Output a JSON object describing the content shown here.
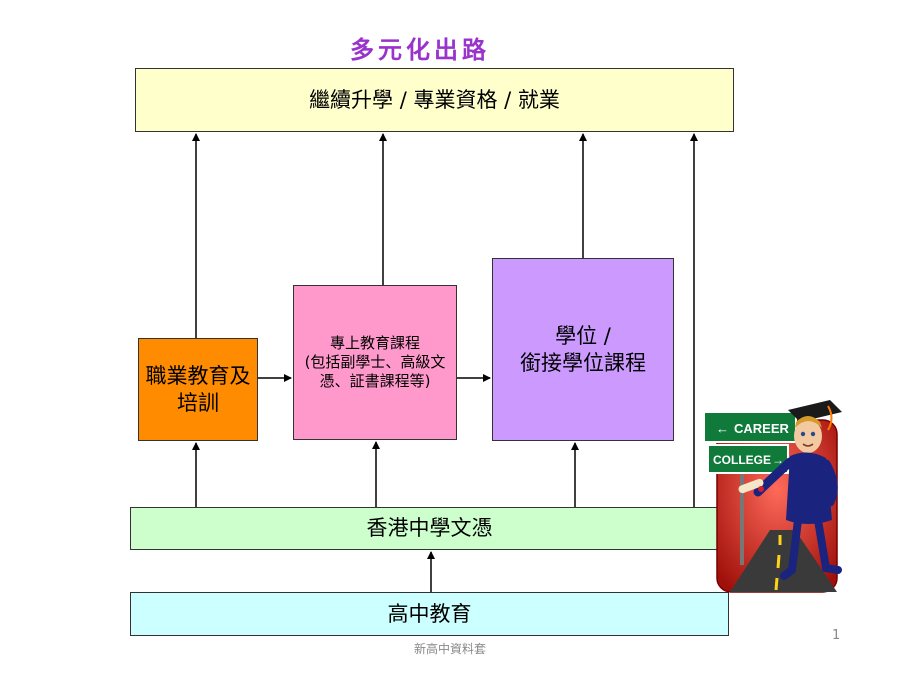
{
  "diagram": {
    "title": "多元化出路",
    "top_box": "繼續升學 / 專業資格 / 就業",
    "vocational_box": "職業教育及培訓",
    "sub_degree_box": "專上教育課程\n(包括副學士、高級文憑、証書課程等)",
    "degree_box": "學位 /\n銜接學位課程",
    "hkdse_box": "香港中學文憑",
    "senior_secondary_box": "高中教育"
  },
  "illustration": {
    "sign_career": "CAREER",
    "sign_college": "COLLEGE"
  },
  "footer": {
    "page_number": "1",
    "caption": "新高中資料套"
  }
}
